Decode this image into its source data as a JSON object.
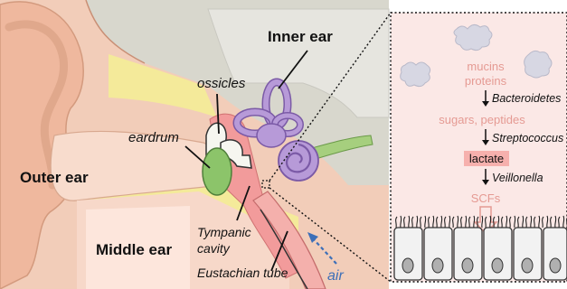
{
  "labels": {
    "inner_ear": "Inner ear",
    "ossicles": "ossicles",
    "eardrum": "eardrum",
    "outer_ear": "Outer ear",
    "middle_ear": "Middle ear",
    "tympanic_cavity_line1": "Tympanic",
    "tympanic_cavity_line2": "cavity",
    "eustachian_tube": "Eustachian tube",
    "air": "air"
  },
  "pathway": {
    "mucins": "mucins",
    "proteins": "proteins",
    "step1_organism": "Bacteroidetes",
    "sugars_peptides": "sugars, peptides",
    "step2_organism": "Streptococcus",
    "lactate": "lactate",
    "step3_organism": "Veillonella",
    "scfs": "SCFs"
  },
  "colors": {
    "skin": "#f4c9b3",
    "skin_dark": "#e3a98c",
    "canal": "#fbe3d6",
    "bone": "#dcdcd2",
    "yellow": "#f4ea9a",
    "eardrum": "#8cc46a",
    "cochlea": "#b79ad8",
    "cochlea_edge": "#7b5aa6",
    "tube": "#f2a0a0",
    "nerve": "#a6cf7e",
    "panel_bg": "#fbe8e6",
    "pathway_text": "#e59a93",
    "lactate_bg": "#f6b0ad",
    "air_blue": "#3d6fb8"
  }
}
